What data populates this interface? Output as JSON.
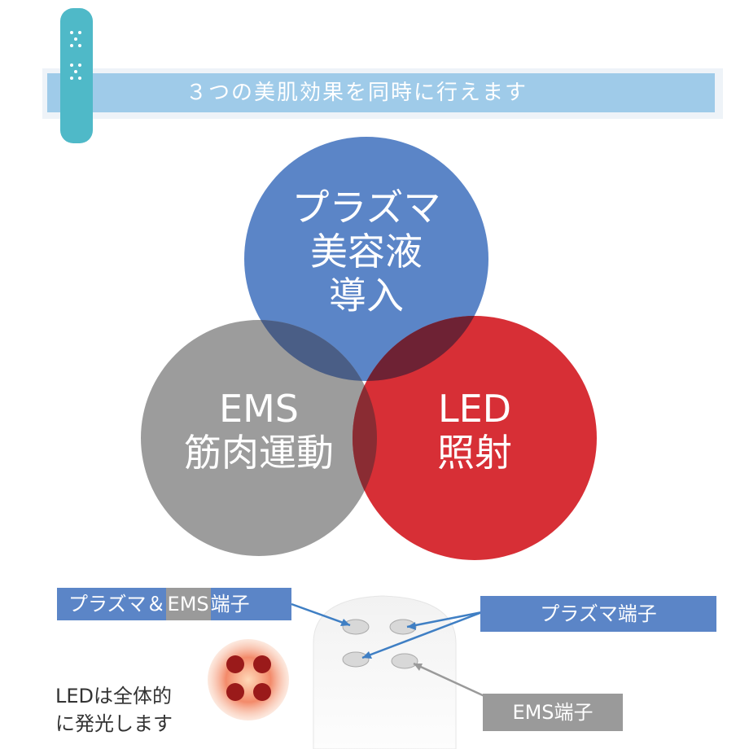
{
  "banner": {
    "title": "３つの美肌効果を同時に行えます"
  },
  "venn": {
    "top": {
      "lines": [
        "プラズマ",
        "美容液",
        "導入"
      ]
    },
    "left": {
      "lines": [
        "EMS",
        "筋肉運動"
      ]
    },
    "right": {
      "lines": [
        "LED",
        "照射"
      ]
    }
  },
  "labels": {
    "plasma_ems_prefix": "プラズマ＆",
    "plasma_ems_highlight": "EMS",
    "plasma_ems_suffix": "端子",
    "plasma_terminal": "プラズマ端子",
    "ems_terminal": "EMS端子",
    "led_line1": "LEDは全体的",
    "led_line2": "に発光します"
  },
  "colors": {
    "banner": "#9fcbe9",
    "plasma": "#5b85c7",
    "ems": "#999999",
    "led": "#d6282f",
    "label_blue": "#5b85c7",
    "label_gray": "#9a9a9a"
  }
}
